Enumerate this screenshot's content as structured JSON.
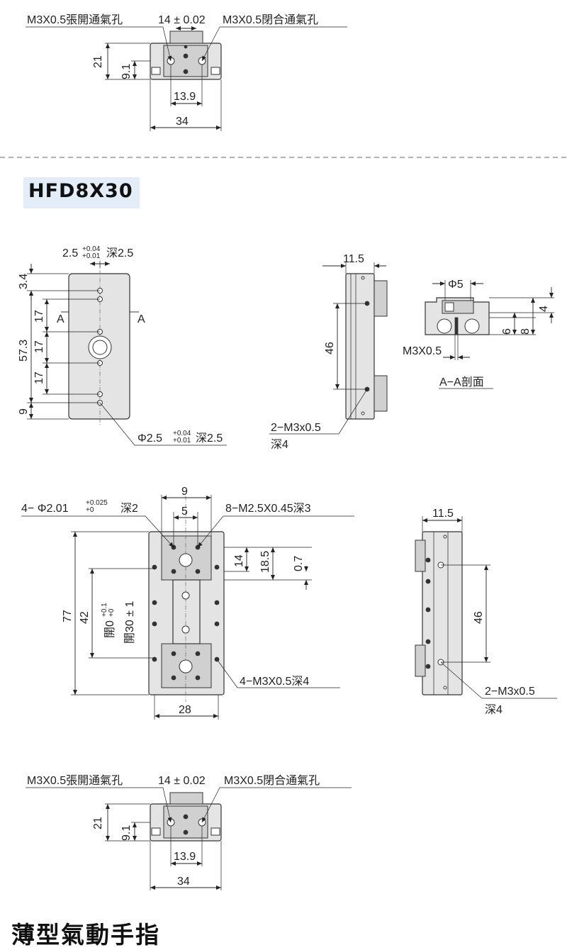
{
  "model": "HFD8X30",
  "heading": "薄型氣動手指",
  "accent_color": "#e2edf8",
  "top_view": {
    "port_open_label": "M3X0.5張開通氣孔",
    "pitch_label": "14 ± 0.02",
    "port_close_label": "M3X0.5閉合通氣孔",
    "height_total": "21",
    "height_port": "9.1",
    "port_spacing": "13.9",
    "width": "34"
  },
  "front_view": {
    "pin_hole_top": "2.5",
    "pin_tol_top": "+0.04",
    "pin_tol_bottom": "+0.01",
    "pin_depth_top": "深2.5",
    "dim_3_4": "3.4",
    "dim_17a": "17",
    "dim_57_3": "57.3",
    "dim_17b": "17",
    "dim_17c": "17",
    "dim_9": "9",
    "section_a_left": "A",
    "section_a_right": "A",
    "pin_hole_bottom": "Φ2.5",
    "pin_depth_bottom": "深2.5"
  },
  "side_view": {
    "width": "11.5",
    "hole_pitch": "46",
    "thread_label": "2−M3x0.5",
    "depth_label": "深4"
  },
  "section_view": {
    "phi": "Φ5",
    "dim_4": "4",
    "dim_6": "6",
    "dim_8": "8",
    "thread_label": "M3X0.5",
    "caption": "A−A剖面"
  },
  "jaw_view": {
    "pin_label": "4− Φ2.01",
    "pin_tol_top": "+0.025",
    "pin_tol_bottom": "+0",
    "pin_depth": "深2",
    "dim_9": "9",
    "dim_5": "5",
    "thread_label": "8−M2.5X0.45深3",
    "dim_14": "14",
    "dim_18_5": "18.5",
    "dim_0_7": "0.7",
    "dim_77": "77",
    "dim_42": "42",
    "open_label": "開0",
    "open_tol_top": "+0.1",
    "open_tol_bottom": "+0",
    "stroke_label": "開30 ± 1",
    "mount_label": "4−M3X0.5深4",
    "width": "28"
  },
  "jaw_side_view": {
    "width": "11.5",
    "hole_pitch": "46",
    "thread_label": "2−M3x0.5",
    "depth_label": "深4"
  }
}
